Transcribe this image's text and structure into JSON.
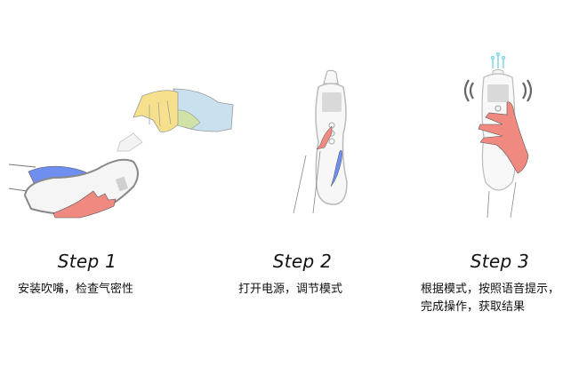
{
  "steps": [
    {
      "title": "Step 1",
      "description": [
        "安装吹嘴，检查气密性"
      ],
      "illustration": "hand-attaching-mouthpiece-to-device-icon"
    },
    {
      "title": "Step 2",
      "description": [
        "打开电源，调节模式"
      ],
      "illustration": "hand-pressing-power-button-icon"
    },
    {
      "title": "Step 3",
      "description": [
        "根据模式，按照语音提示，",
        "完成操作，获取结果"
      ],
      "illustration": "hand-holding-device-with-voice-prompt-icon"
    }
  ],
  "colors": {
    "hand_red": "#f08a80",
    "hand_yellow": "#f7e08c",
    "hand_blue_light": "#c9e1ee",
    "hand_green": "#cfe3a6",
    "sleeve_blue": "#6f8ff0",
    "device_outline": "#bdbdbd",
    "screen_gray": "#d9d9d9",
    "signal_cyan": "#7fd8e8"
  }
}
